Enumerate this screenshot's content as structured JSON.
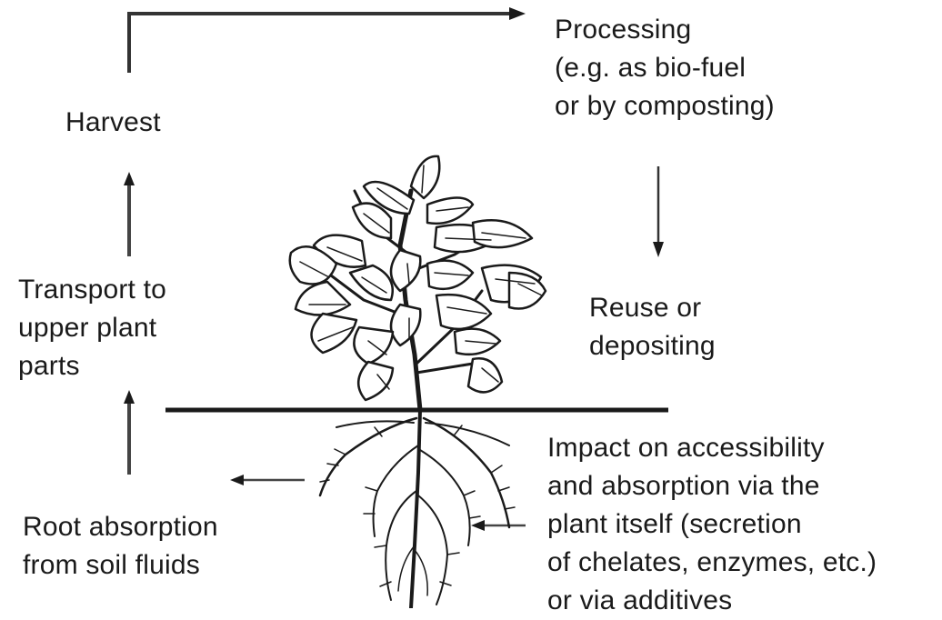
{
  "labels": {
    "processing": [
      "Processing",
      "(e.g. as bio-fuel",
      "or by composting)"
    ],
    "harvest": [
      "Harvest"
    ],
    "transport": [
      "Transport to",
      "upper plant",
      "parts"
    ],
    "reuse": [
      "Reuse or",
      "depositing"
    ],
    "impact": [
      "Impact on accessibility",
      "and absorption via the",
      "plant itself (secretion",
      "of chelates, enzymes, etc.)",
      "or via additives"
    ],
    "root_absorption": [
      "Root absorption",
      "from soil fluids"
    ]
  },
  "colors": {
    "ink": "#1a1a1a",
    "background": "#ffffff"
  }
}
